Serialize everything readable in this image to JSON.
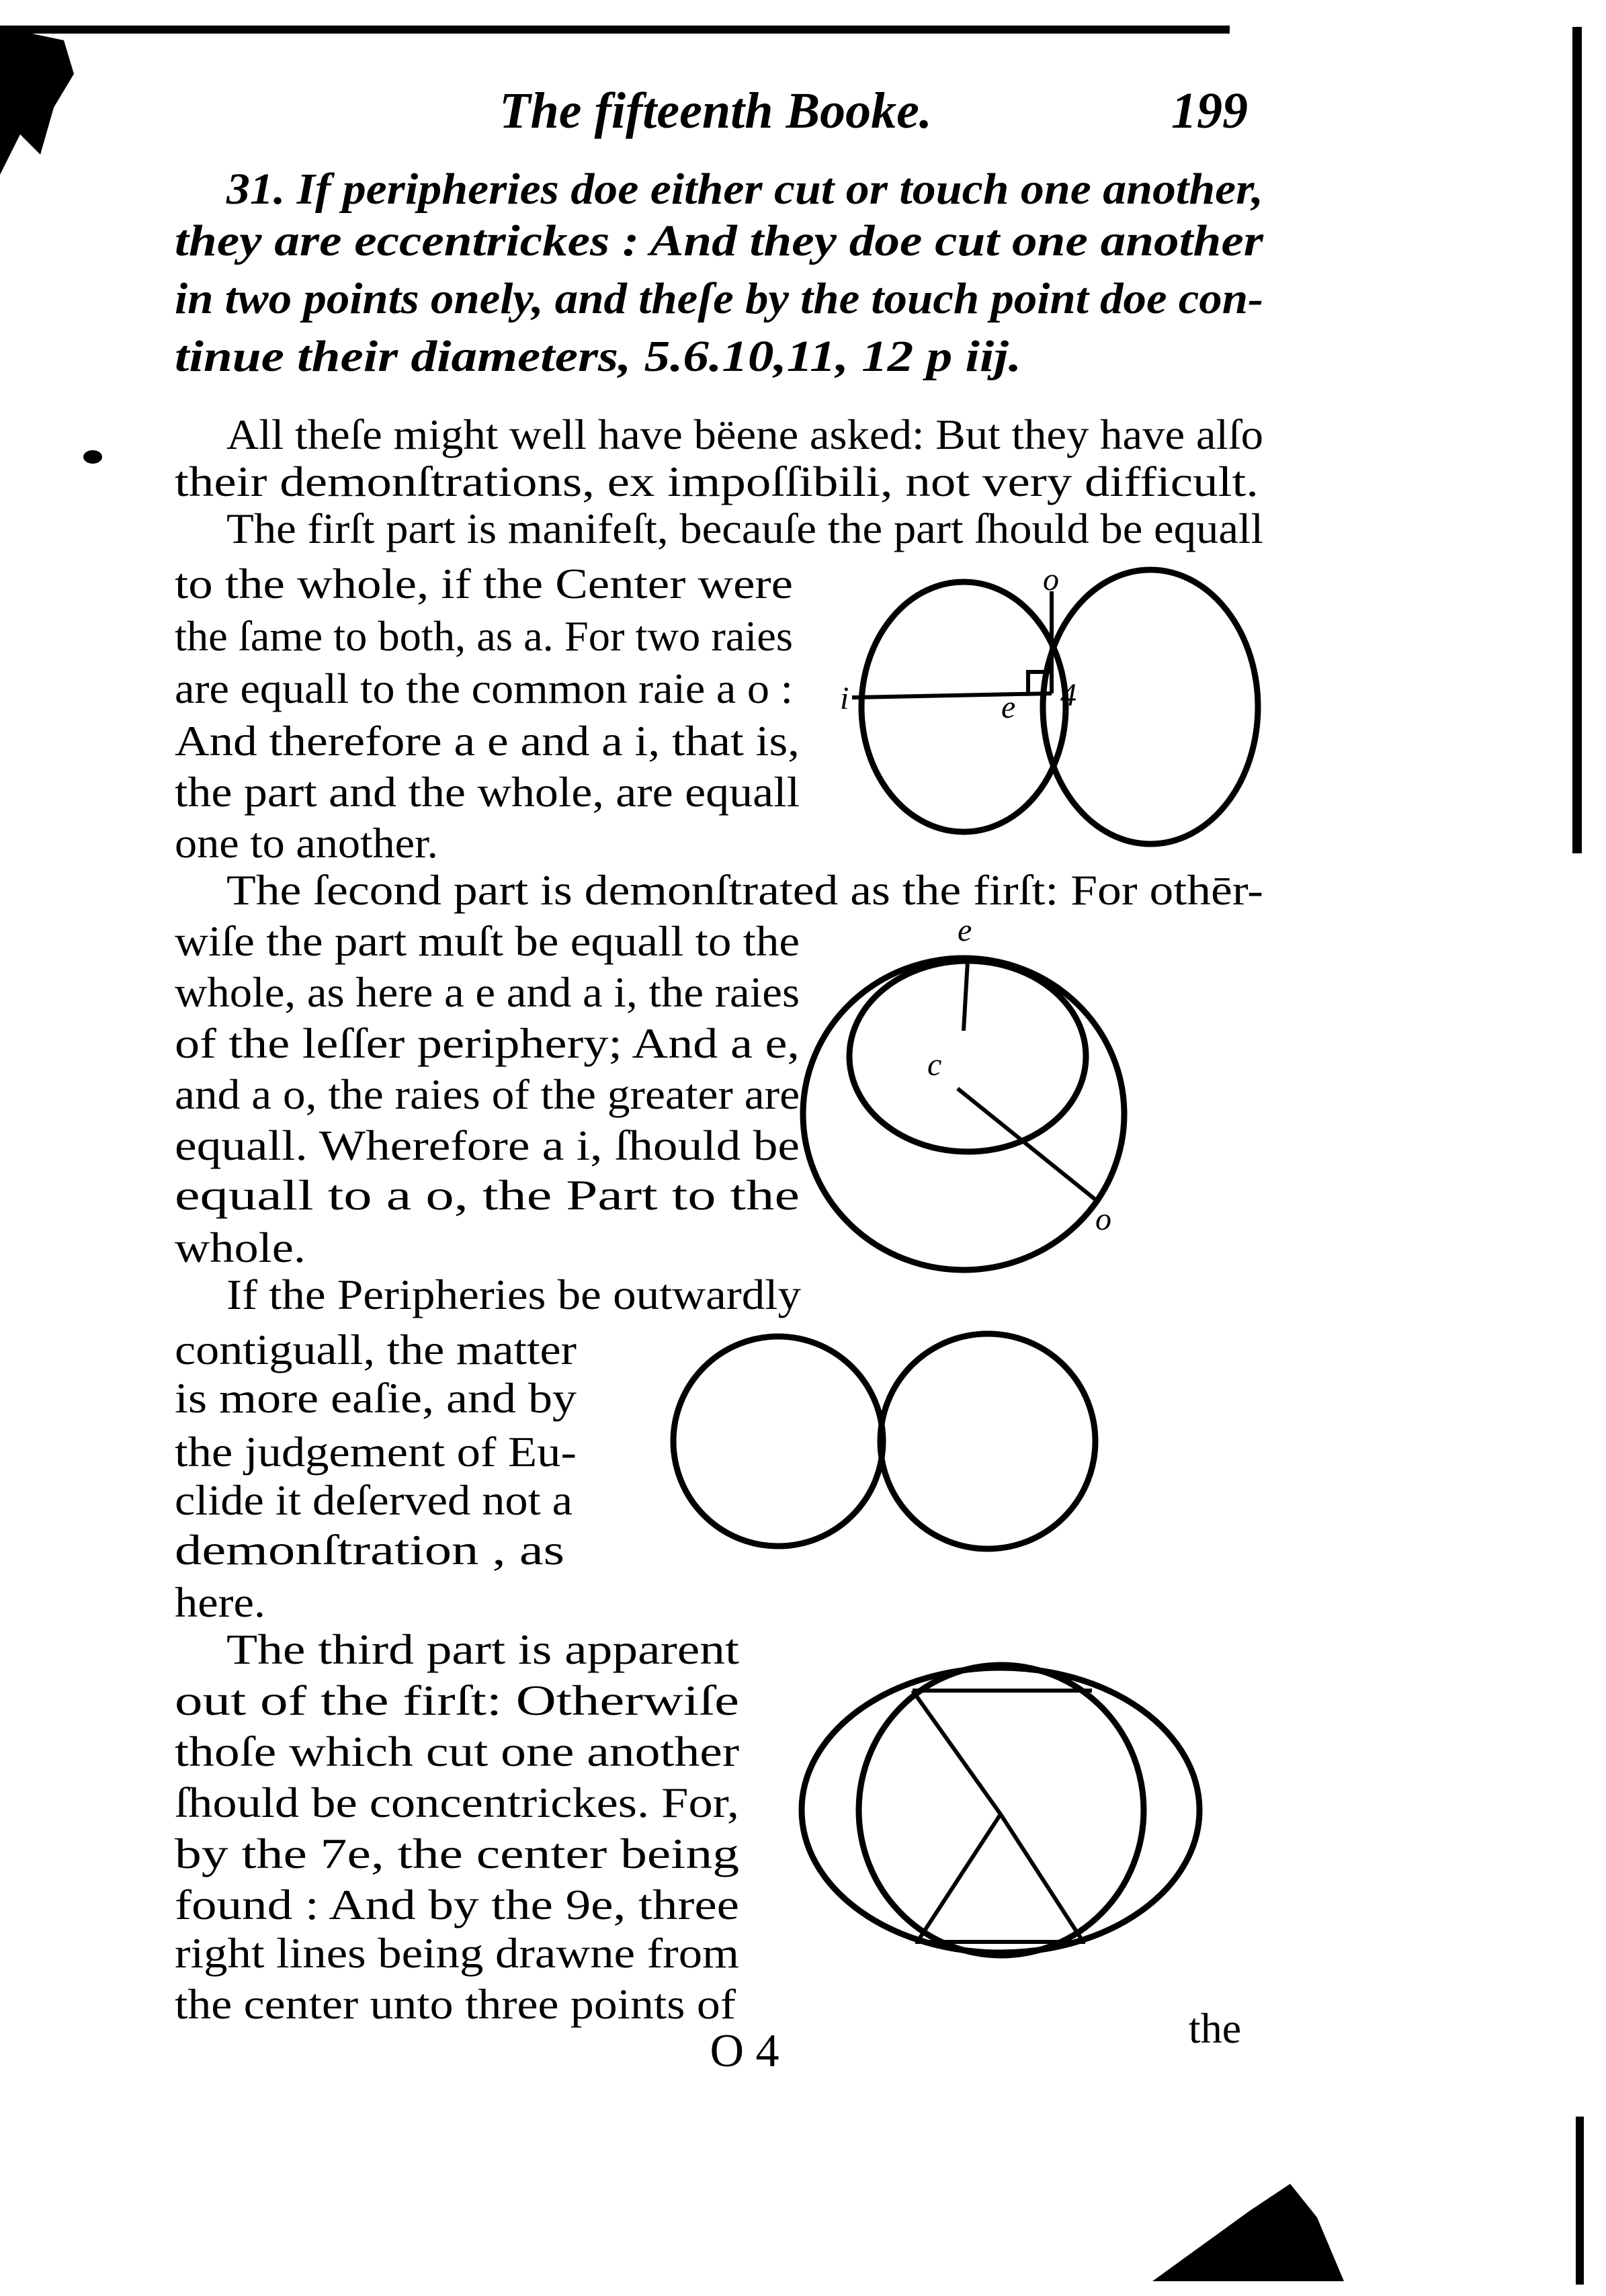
{
  "header": {
    "title": "The fifteenth Booke.",
    "page_number": "199"
  },
  "proposition": [
    "31. If peripheries doe either cut or touch one another,",
    "they are eccentrickes : And they doe cut one another",
    "in two points onely, and theſe by the touch point doe con-",
    "tinue their diameters, 5.6.10,11, 12 p iij."
  ],
  "body": {
    "lines": [
      "All theſe might well have bëene asked: But they have alſo",
      "their demonſtrations, ex impoſſibili, not very difficult.",
      "The firſt part is manifeſt, becauſe the part ſhould be equall",
      "to the whole, if the Center were",
      "the ſame to both, as a. For two raies",
      "are equall to the common raie a o :",
      "And therefore a e and a i, that is,",
      "the part and the whole, are equall",
      "one to another.",
      "The ſecond part is demonſtrated as the firſt: For othēr-",
      "wiſe the part muſt be equall to the",
      "whole, as here a e and a i, the raies",
      "of the leſſer periphery; And a e,",
      "and a o, the raies of the greater are",
      "equall. Wherefore a i, ſhould be",
      "equall to a o, the Part to the",
      "whole.",
      "If the Peripheries be outwardly",
      "contiguall, the matter",
      "is more eaſie, and by",
      "the judgement of Eu-",
      "clide it deſerved not a",
      "demonſtration , as",
      "here.",
      "The third part is apparent",
      "out of the firſt: Otherwiſe",
      "thoſe which cut one another",
      "ſhould be concentrickes. For,",
      "by the 7e, the center being",
      "found : And by the 9e, three",
      "right lines being drawne from",
      "the center unto three points of"
    ]
  },
  "figure_labels": {
    "fig1": {
      "o": "o",
      "i": "i",
      "e": "e",
      "four": "4"
    },
    "fig2": {
      "e": "e",
      "c": "c",
      "o": "o"
    }
  },
  "footer": {
    "signature": "O 4",
    "catchword": "the"
  }
}
